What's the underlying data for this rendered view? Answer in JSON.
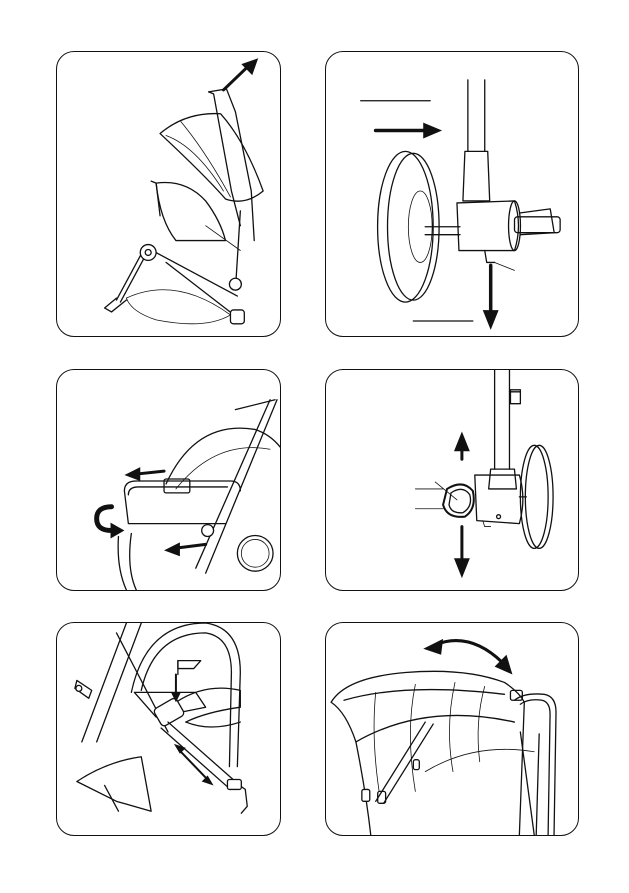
{
  "page": {
    "panels": [
      {
        "id": "p1",
        "depicts": "stroller-side-view-canopy-up"
      },
      {
        "id": "p2",
        "depicts": "rear-wheel-brake-mechanism"
      },
      {
        "id": "p3",
        "depicts": "bumper-bar-release"
      },
      {
        "id": "p4",
        "depicts": "front-wheel-swivel-lock"
      },
      {
        "id": "p5",
        "depicts": "canopy-attachment-clip"
      },
      {
        "id": "p6",
        "depicts": "canopy-extend-retract"
      }
    ],
    "colors": {
      "line": "#111111",
      "background": "#ffffff"
    }
  }
}
